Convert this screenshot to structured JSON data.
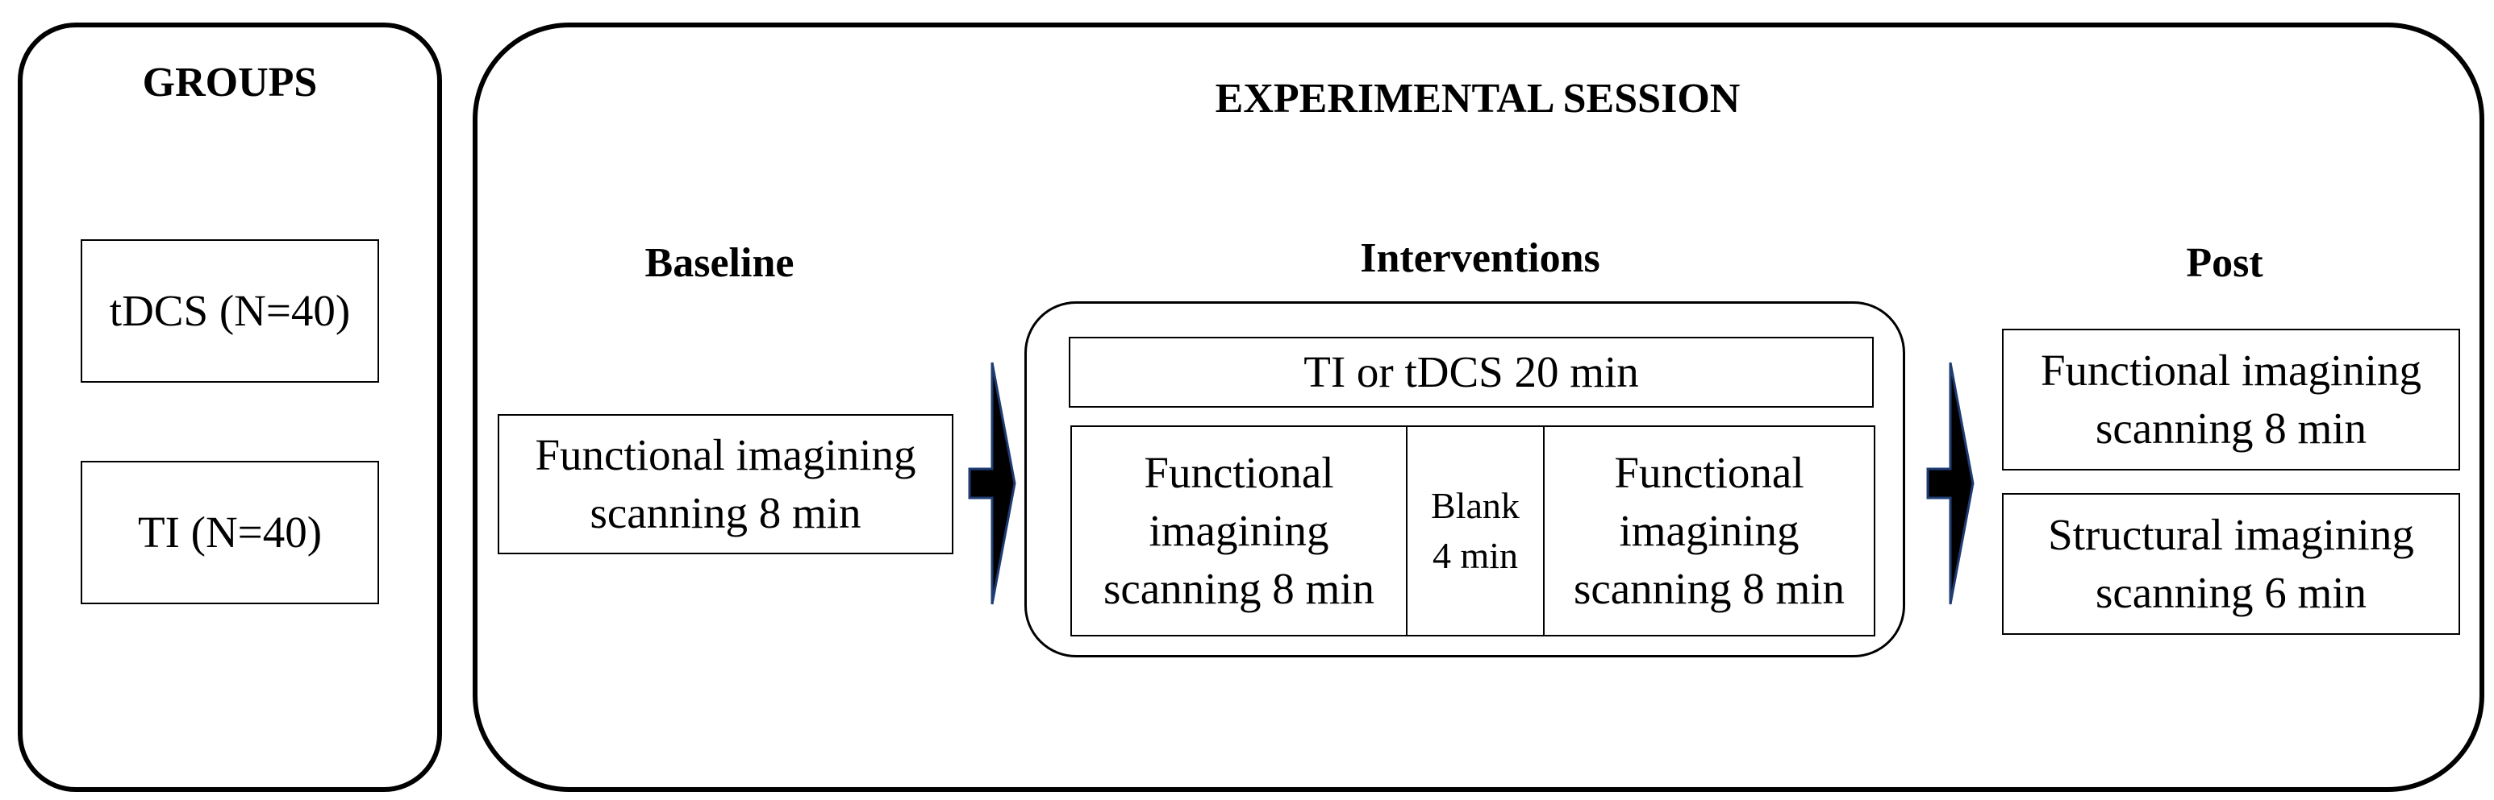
{
  "groups": {
    "title": "GROUPS",
    "items": [
      "tDCS (N=40)",
      "TI (N=40)"
    ]
  },
  "session": {
    "title": "EXPERIMENTAL SESSION",
    "baseline": {
      "heading": "Baseline",
      "box_lines": [
        "Functional imagining",
        "scanning 8 min"
      ]
    },
    "interventions": {
      "heading": "Interventions",
      "top_box": "TI or tDCS 20 min",
      "cells": [
        {
          "lines": [
            "Functional",
            "imagining",
            "scanning 8 min"
          ]
        },
        {
          "lines": [
            "Blank",
            "4 min"
          ]
        },
        {
          "lines": [
            "Functional",
            "imagining",
            "scanning 8 min"
          ]
        }
      ]
    },
    "post": {
      "heading": "Post",
      "boxes": [
        {
          "lines": [
            "Functional imagining",
            "scanning 8 min"
          ]
        },
        {
          "lines": [
            "Structural imagining",
            "scanning 6 min"
          ]
        }
      ]
    }
  },
  "colors": {
    "arrow_fill": "#000000",
    "arrow_edge": "#1f3c73"
  }
}
